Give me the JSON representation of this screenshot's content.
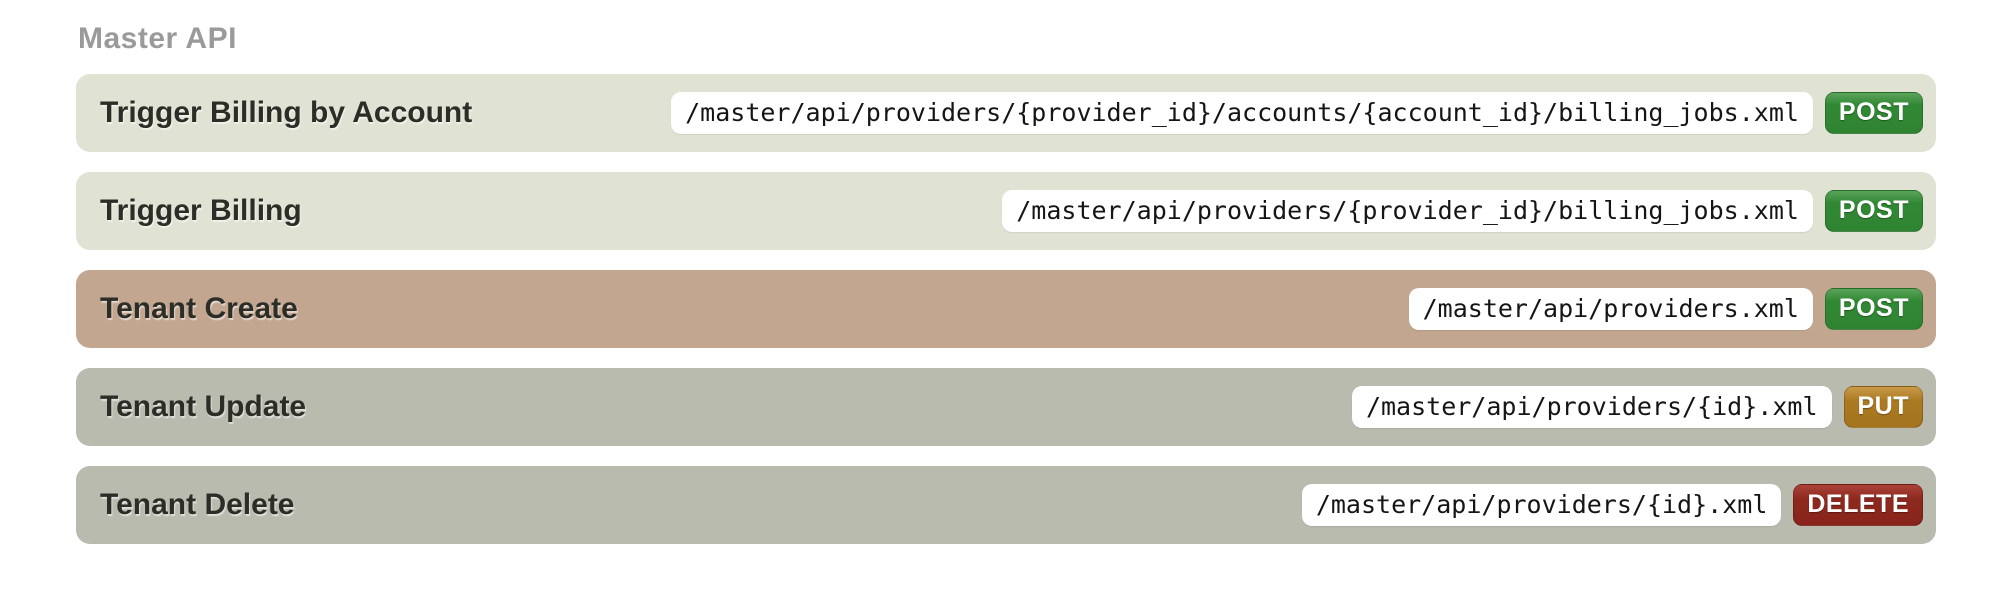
{
  "page": {
    "heading": "Master API"
  },
  "colors": {
    "page_background": "#ffffff",
    "heading_text": "#9a9a9a",
    "row_title_text": "#2d2d28",
    "row_olive_background": "#e0e2d3",
    "row_tan_background": "#c3a68f",
    "row_gray_background": "#b9bbaf",
    "path_pill_background": "#ffffff",
    "method_post_background": "#318834",
    "method_put_background": "#ab7a22",
    "method_delete_background": "#8e291f",
    "method_text": "#ffffff"
  },
  "rows": [
    {
      "title": "Trigger Billing by Account",
      "path": "/master/api/providers/{provider_id}/accounts/{account_id}/billing_jobs.xml",
      "method": "POST",
      "method_key": "post",
      "theme": "olive"
    },
    {
      "title": "Trigger Billing",
      "path": "/master/api/providers/{provider_id}/billing_jobs.xml",
      "method": "POST",
      "method_key": "post",
      "theme": "olive"
    },
    {
      "title": "Tenant Create",
      "path": "/master/api/providers.xml",
      "method": "POST",
      "method_key": "post",
      "theme": "tan"
    },
    {
      "title": "Tenant Update",
      "path": "/master/api/providers/{id}.xml",
      "method": "PUT",
      "method_key": "put",
      "theme": "gray"
    },
    {
      "title": "Tenant Delete",
      "path": "/master/api/providers/{id}.xml",
      "method": "DELETE",
      "method_key": "delete",
      "theme": "gray"
    }
  ]
}
